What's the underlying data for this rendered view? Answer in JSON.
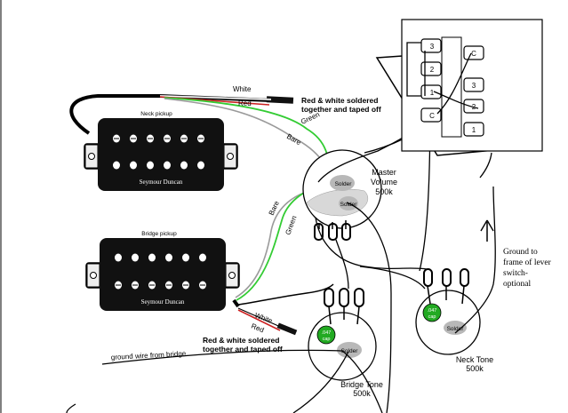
{
  "labels": {
    "neck_pickup": "Neck pickup",
    "bridge_pickup": "Bridge pickup",
    "brand": "Seymour Duncan",
    "white_top": "White",
    "red_top": "Red",
    "green_top": "Green",
    "bare_top": "Bare",
    "bare_bridge": "Bare",
    "green_bridge": "Green",
    "white_bottom": "White",
    "red_bottom": "Red",
    "note_top_1": "Red & white soldered",
    "note_top_2": "together and taped off",
    "note_bottom_1": "Red & white soldered",
    "note_bottom_2": "together and taped off",
    "ground_wire": "ground wire from bridge",
    "ground_frame_1": "Ground to",
    "ground_frame_2": "frame of lever",
    "ground_frame_3": "switch-",
    "ground_frame_4": "optional"
  },
  "pots": {
    "master": {
      "line1": "Master",
      "line2": "Volume",
      "line3": "500k",
      "solder1": "Solder",
      "solder2": "Solder"
    },
    "bridge_tone": {
      "line1": "Bridge Tone",
      "line2": "500k",
      "solder": "Solder",
      "cap1": ".047",
      "cap2": "cap"
    },
    "neck_tone": {
      "line1": "Neck Tone",
      "line2": "500k",
      "solder": "Solder",
      "cap1": ".047",
      "cap2": "cap"
    }
  },
  "switch": {
    "left_terminals": [
      "3",
      "2",
      "1",
      "C"
    ],
    "right_terminals": [
      "C",
      "3",
      "2",
      "1"
    ]
  },
  "colors": {
    "wire_red": "#cc2222",
    "wire_green": "#33cc33",
    "wire_white": "#ffffff",
    "wire_bare": "#9a9a9a",
    "wire_black": "#000000",
    "cap_green": "#22aa22",
    "pot_body": "#ffffff",
    "solder": "#b8b8b8"
  }
}
